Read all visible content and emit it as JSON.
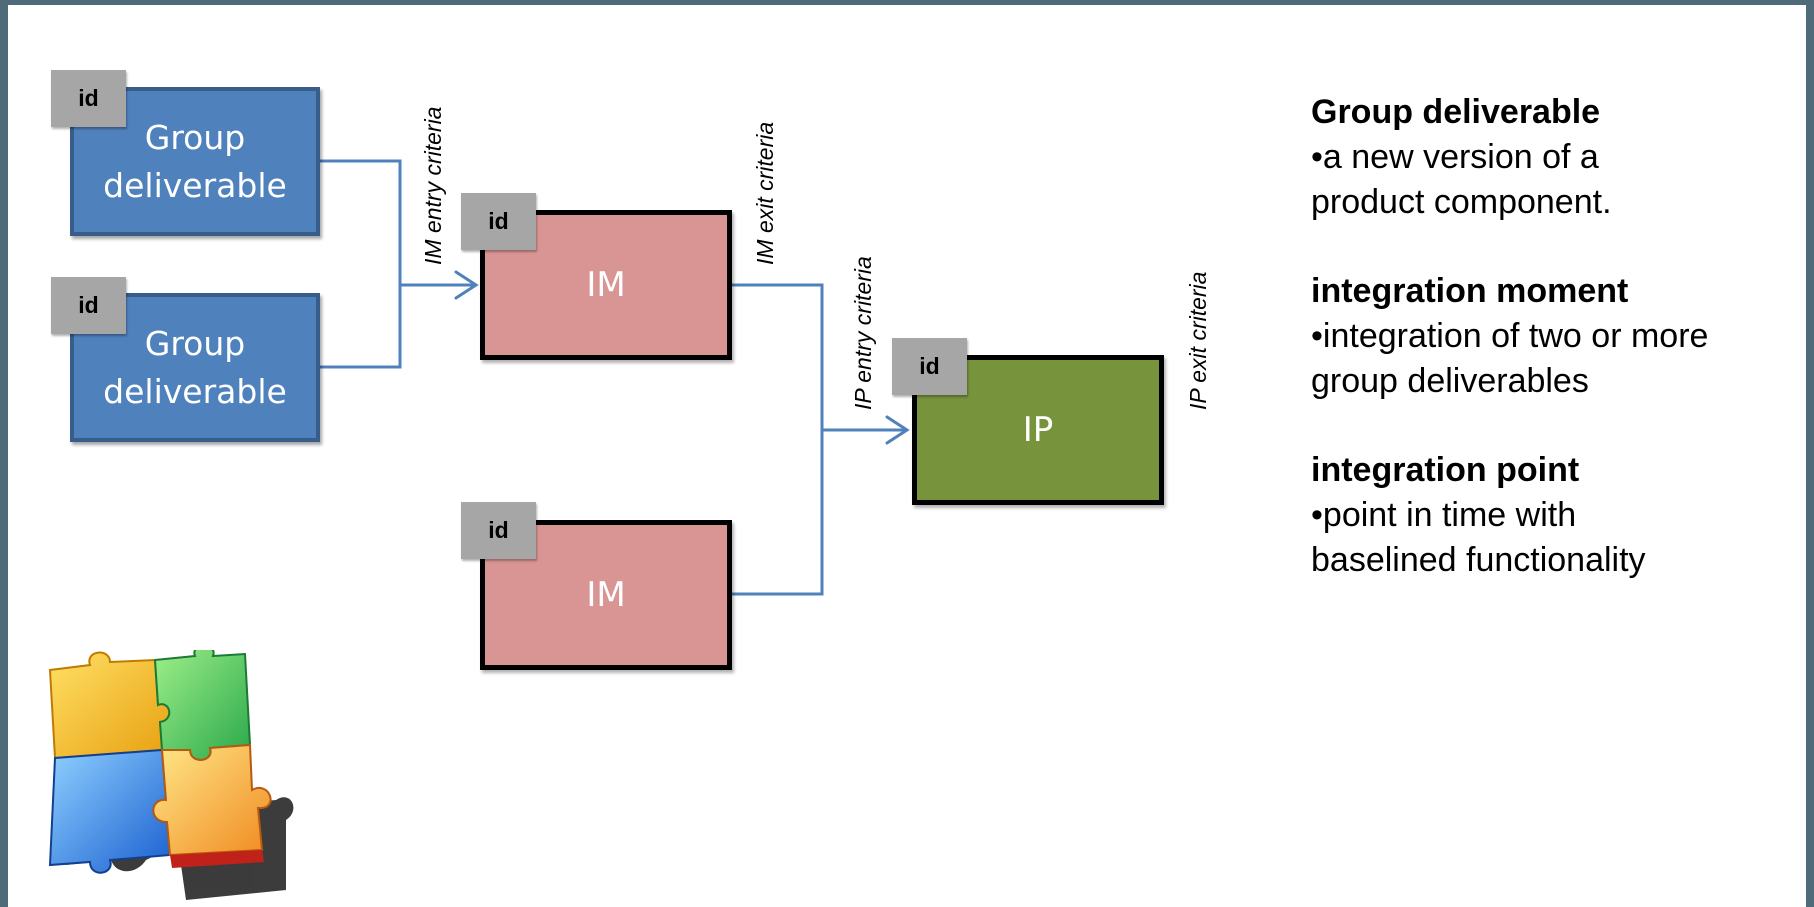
{
  "diagram": {
    "nodes": {
      "gd1": {
        "label": "Group deliverable",
        "id_tag": "id"
      },
      "gd2": {
        "label": "Group deliverable",
        "id_tag": "id"
      },
      "im1": {
        "label": "IM",
        "id_tag": "id"
      },
      "im2": {
        "label": "IM",
        "id_tag": "id"
      },
      "ip": {
        "label": "IP",
        "id_tag": "id"
      }
    },
    "edge_labels": {
      "im_entry": "IM entry criteria",
      "im_exit": "IM exit criteria",
      "ip_entry": "IP entry criteria",
      "ip_exit": "IP exit criteria"
    },
    "colors": {
      "group_deliverable": "#4f81bd",
      "integration_moment": "#d99594",
      "integration_point": "#77933c",
      "connector": "#4f81bd",
      "id_tag": "#a6a6a6"
    }
  },
  "legend": [
    {
      "term": "Group deliverable",
      "desc1": "•a new version of a",
      "desc2": "product component."
    },
    {
      "term": "integration moment",
      "desc1": "•integration of two or more",
      "desc2": "group deliverables"
    },
    {
      "term": "integration point",
      "desc1": "•point in time with",
      "desc2": "baselined functionality"
    }
  ],
  "decoration": {
    "icon": "puzzle-pieces-icon"
  }
}
